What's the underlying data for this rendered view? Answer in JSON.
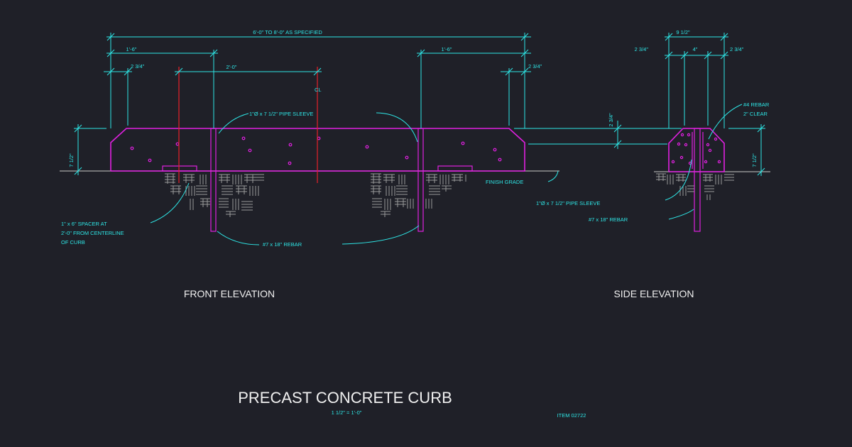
{
  "drawing": {
    "title": "PRECAST CONCRETE CURB",
    "scale": "1 1/2\" = 1'-0\"",
    "item": "ITEM 02722"
  },
  "views": {
    "front": "FRONT ELEVATION",
    "side": "SIDE ELEVATION"
  },
  "dimensions": {
    "overall_length": "6'-0\" TO 8'-0\" AS SPECIFIED",
    "left_end": "1'-6\"",
    "right_end": "1'-6\"",
    "left_offset": "2 3/4\"",
    "right_offset": "2 3/4\"",
    "spacer_spacing": "2'-0\"",
    "height_front": "7 1/2\"",
    "side_width": "9 1/2\"",
    "side_left": "2 3/4\"",
    "side_center": "4\"",
    "side_right": "2 3/4\"",
    "side_top": "2 3/4\"",
    "height_side": "7 1/2\""
  },
  "labels": {
    "centerline": "CL",
    "pipe_sleeve_front": "1\"Ø x 7 1/2\" PIPE SLEEVE",
    "finish_grade": "FINISH GRADE",
    "pipe_sleeve_side": "1\"Ø x 7 1/2\" PIPE SLEEVE",
    "rebar_side": "#7 x 18\" REBAR",
    "rebar_front": "#7 x 18\" REBAR",
    "rebar_4_line1": "#4 REBAR",
    "rebar_4_line2": "2\" CLEAR",
    "spacer_line1": "1\" x 6\" SPACER AT",
    "spacer_line2": "2'-0\" FROM CENTERLINE",
    "spacer_line3": "OF CURB"
  },
  "colors": {
    "background": "#1f2028",
    "dimension": "#2ee6e6",
    "curb": "#e020e0",
    "centerline": "#e8202a",
    "ground": "#a8a8a8"
  }
}
